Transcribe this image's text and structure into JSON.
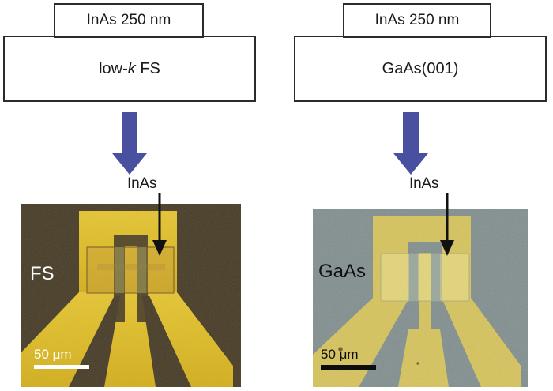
{
  "figure": {
    "description": "Two-panel comparison of InAs films transferred onto low-k fused silica and grown on GaAs(001), with optical micrographs of fabricated Hall-bar devices."
  },
  "panels": [
    {
      "id": "left",
      "schematic": {
        "film_label": "InAs 250 nm",
        "substrate_label_prefix": "low-",
        "substrate_label_italic": "k",
        "substrate_label_suffix": " FS"
      },
      "arrow": {
        "name": "transfer-arrow",
        "color": "#4a50a0"
      },
      "callout_label": "InAs",
      "micrograph": {
        "material_label": "FS",
        "material_label_color": "#ffffff",
        "scalebar_text": "50 μm",
        "scalebar_color": "#ffffff",
        "background_color": "#4a3e27",
        "metal_color": "#e8c427",
        "film_overlay_color": "#b98a3a"
      }
    },
    {
      "id": "right",
      "schematic": {
        "film_label": "InAs 250 nm",
        "substrate_label_prefix": "",
        "substrate_label_italic": "",
        "substrate_label_suffix": "GaAs(001)"
      },
      "arrow": {
        "name": "transfer-arrow",
        "color": "#4a50a0"
      },
      "callout_label": "InAs",
      "micrograph": {
        "material_label": "GaAs",
        "material_label_color": "#111111",
        "scalebar_text": "50 μm",
        "scalebar_color": "#0d0d0d",
        "background_color": "#7e8c8c",
        "metal_color": "#d8c455",
        "film_overlay_color": "#ece07a"
      }
    }
  ],
  "colors": {
    "arrow_blue": "#4a50a0",
    "box_stroke": "#2b2b2b",
    "box_fill": "#ffffff",
    "page_background": "#ffffff"
  }
}
